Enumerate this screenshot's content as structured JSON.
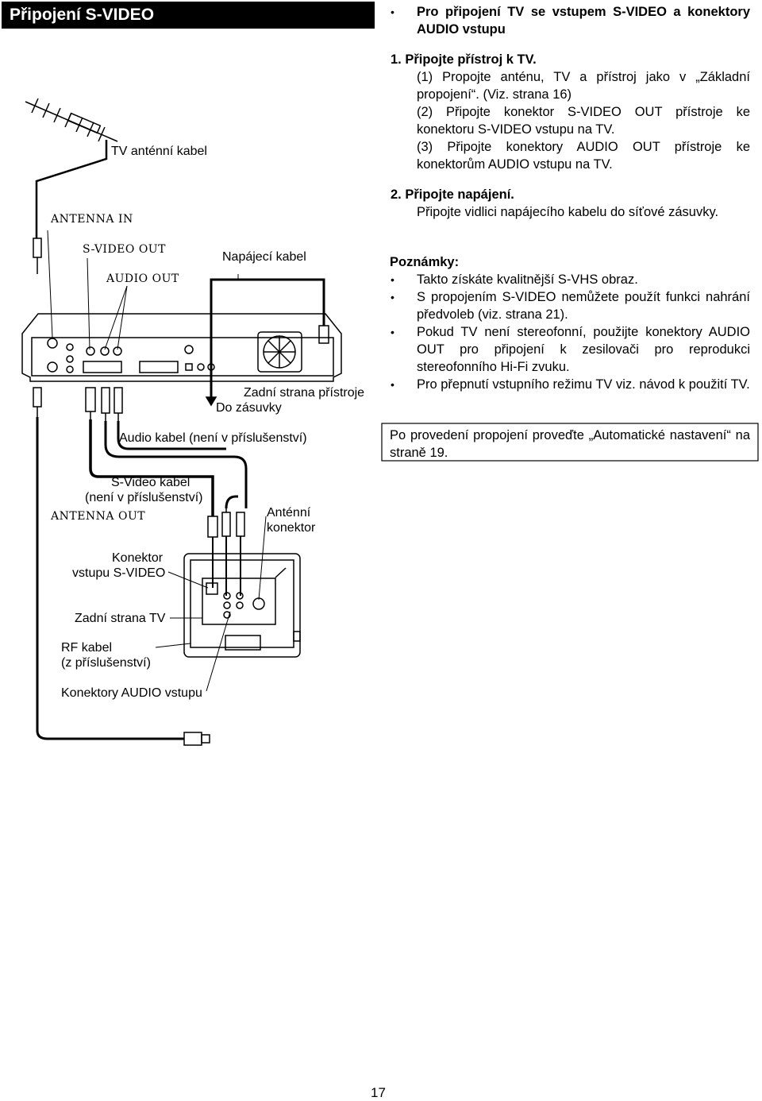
{
  "header": {
    "title": "Připojení S-VIDEO"
  },
  "diagram": {
    "labels": {
      "tv_antenna_cable": "TV anténní kabel",
      "antenna_in": "ANTENNA IN",
      "svideo_out": "S-VIDEO OUT",
      "audio_out": "AUDIO OUT",
      "power_cable": "Napájecí kabel",
      "rear_device": "Zadní strana přístroje",
      "to_outlet": "Do zásuvky",
      "audio_cable": "Audio kabel (není v příslušenství)",
      "svideo_cable_line1": "S-Video kabel",
      "svideo_cable_line2": "(není v příslušenství)",
      "antenna_out": "ANTENNA OUT",
      "antenna_connector_line1": "Anténní",
      "antenna_connector_line2": "konektor",
      "svideo_input_line1": "Konektor",
      "svideo_input_line2": "vstupu S-VIDEO",
      "rear_tv": "Zadní strana TV",
      "rf_cable_line1": "RF kabel",
      "rf_cable_line2": "(z příslušenství)",
      "audio_inputs": "Konektory AUDIO vstupu"
    }
  },
  "content": {
    "intro_bullet": "Pro připojení TV se vstupem S-VIDEO a konektory AUDIO vstupu",
    "step1": {
      "heading": "1. Připojte přístroj k TV.",
      "sub1": "(1) Propojte anténu, TV a přístroj jako v „Základní propojení“. (Viz. strana 16)",
      "sub2": "(2) Připojte konektor S-VIDEO OUT přístroje ke konektoru S-VIDEO vstupu na TV.",
      "sub3": "(3) Připojte konektory AUDIO OUT přístroje ke konektorům AUDIO vstupu na TV."
    },
    "step2": {
      "heading": "2. Připojte napájení.",
      "text": "Připojte vidlici napájecího kabelu do síťové zásuvky."
    },
    "notes": {
      "heading": "Poznámky:",
      "items": [
        "Takto získáte kvalitnější S-VHS obraz.",
        "S propojením S-VIDEO nemůžete použít funkci nahrání předvoleb (viz. strana 21).",
        "Pokud TV není stereofonní, použijte konektory AUDIO OUT pro připojení k zesilovači pro reprodukci stereofonního Hi-Fi zvuku.",
        "Pro přepnutí vstupního režimu TV viz. návod k použití TV."
      ]
    },
    "box_text": "Po provedení propojení proveďte „Automatické nastavení“ na straně 19."
  },
  "footer": {
    "page_number": "17"
  }
}
